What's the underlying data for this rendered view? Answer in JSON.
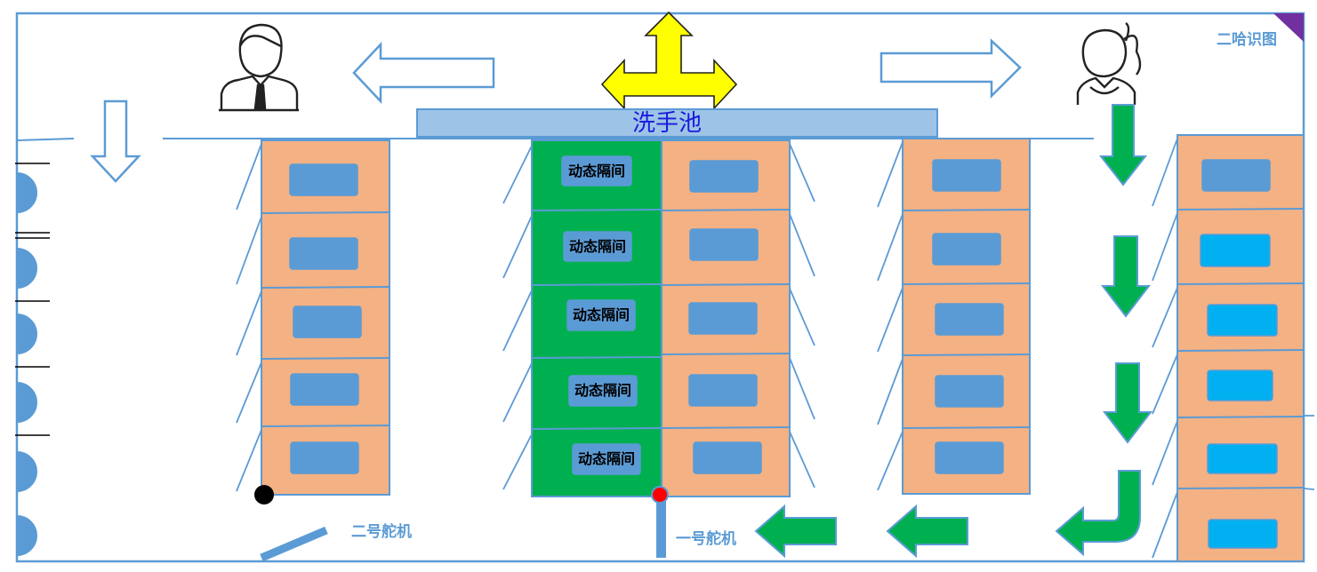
{
  "washbasin": {
    "label": "洗手池"
  },
  "dynamic_compartment": {
    "label": "动态隔间",
    "labels": [
      "动态隔间",
      "动态隔间",
      "动态隔间",
      "动态隔间",
      "动态隔间"
    ]
  },
  "servo_one": {
    "label": "一号舵机"
  },
  "servo_two": {
    "label": "二号舵机"
  },
  "corner_label": {
    "text": "二哈识图"
  },
  "icons": {
    "man": "man-icon",
    "woman": "woman-icon",
    "direction": "four-way-arrow-icon"
  },
  "colors": {
    "stall_fill": "#f4b183",
    "stall_border": "#5b9bd5",
    "seat_fill": "#5b9bd5",
    "seat_highlight": "#00b0f0",
    "dynamic_fill": "#00b050",
    "arrow_green": "#00b050",
    "arrow_yellow": "#ffff00",
    "basin_fill": "#9dc3e6",
    "servo_one_marker": "#ff0000",
    "servo_two_marker": "#000000",
    "corner_triangle": "#7030a0"
  }
}
